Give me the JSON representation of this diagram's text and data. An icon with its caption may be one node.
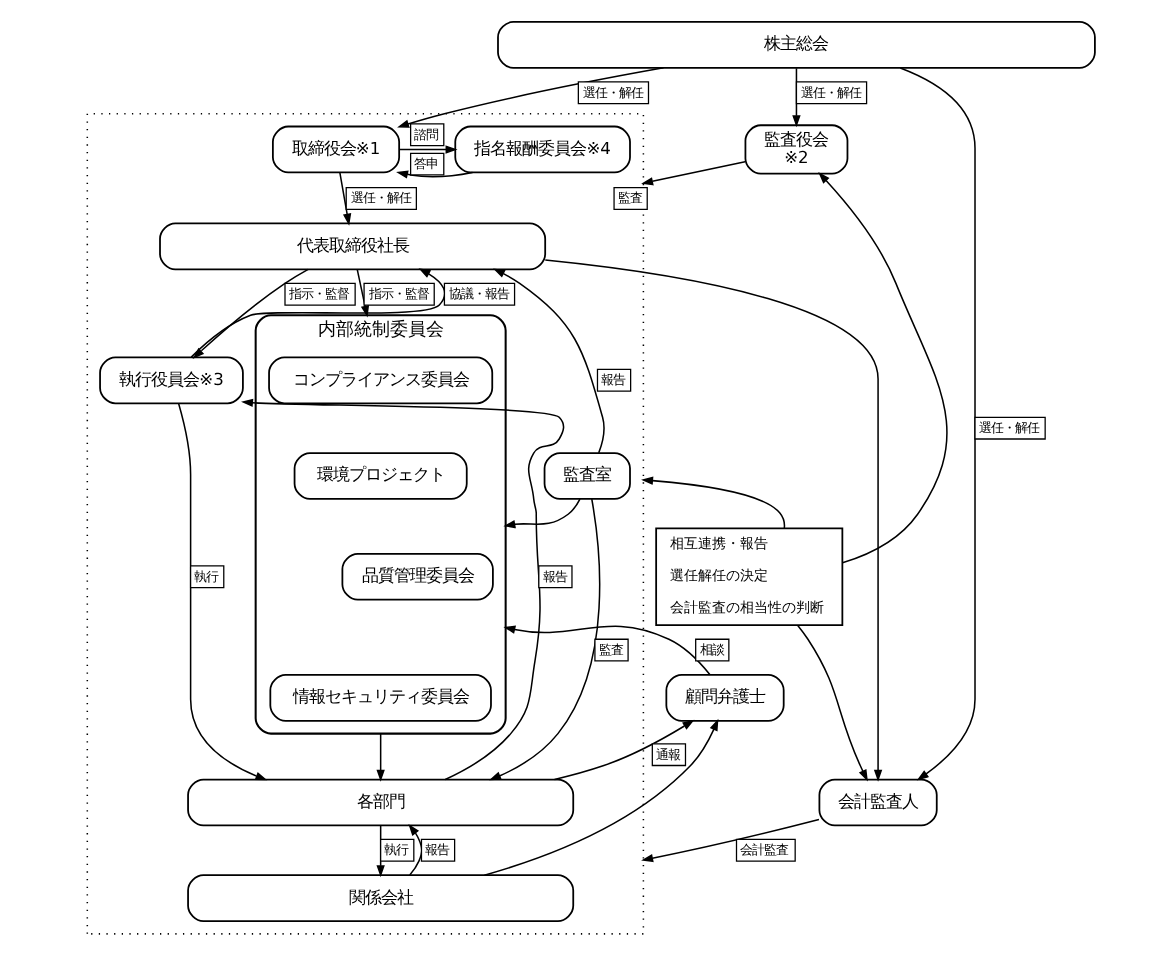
{
  "diagram": {
    "nodes": [
      {
        "text": [
          "株主総会"
        ]
      },
      {
        "text": [],
        "shape": "box"
      },
      {
        "text": [
          "取締役会※1"
        ],
        "in": 1
      },
      {
        "text": [
          "指名報酬委員会※4"
        ],
        "in": 1
      },
      {
        "text": [
          "監査役会",
          "※2"
        ]
      },
      {
        "text": [
          "代表取締役社長"
        ],
        "in": 1
      },
      {
        "text": [
          "執行役員会※3"
        ],
        "in": 1
      },
      {
        "text": [
          "内部統制委員会"
        ],
        "in": 1
      },
      {
        "text": [
          "コンプライアンス委員会"
        ],
        "in": 7
      },
      {
        "text": [
          "環境プロジェクト"
        ],
        "in": 7
      },
      {
        "text": [
          "品質管理委員会"
        ],
        "in": 7
      },
      {
        "text": [
          "情報セキュリティ委員会"
        ],
        "in": 7
      },
      {
        "text": [
          "監査室"
        ],
        "in": 1
      },
      {
        "text": [
          "相互連携・報告",
          "選任解任の決定",
          "会計監査の相当性の判断"
        ]
      },
      {
        "text": [
          "顧問弁護士"
        ]
      },
      {
        "text": [
          "会計監査人"
        ]
      },
      {
        "text": [
          "各部門"
        ],
        "in": 1
      },
      {
        "text": [
          "関係会社"
        ],
        "in": 1
      }
    ],
    "edges": [
      {
        "from": 0,
        "to": 2,
        "arrow": "to",
        "label": "選任・解任"
      },
      {
        "from": 0,
        "to": 4,
        "arrow": "to",
        "label": "選任・解任"
      },
      {
        "from": 0,
        "to": 15,
        "arrow": "to",
        "label": "選任・解任"
      },
      {
        "from": 2,
        "to": 3,
        "arrow": "to",
        "label": "諮問"
      },
      {
        "from": 3,
        "to": 2,
        "arrow": "to",
        "label": "答申"
      },
      {
        "from": 4,
        "to": 1,
        "arrow": "to",
        "label": "監査"
      },
      {
        "from": 2,
        "to": 5,
        "arrow": "to",
        "label": "選任・解任"
      },
      {
        "from": 5,
        "to": 6,
        "arrow": "to",
        "label": "指示・監督"
      },
      {
        "from": 6,
        "to": 5,
        "arrow": "to",
        "label": "協議・報告"
      },
      {
        "from": 5,
        "to": 7,
        "arrow": "to",
        "label": "指示・監督"
      },
      {
        "from": 12,
        "to": 5,
        "arrow": "to",
        "label": "報告"
      },
      {
        "from": 5,
        "to": 15,
        "arrow": "to"
      },
      {
        "from": 14,
        "to": 7,
        "arrow": "to",
        "label": "相談"
      },
      {
        "from": 12,
        "to": 7,
        "arrow": "to"
      },
      {
        "from": 13,
        "to": 4,
        "arrow": "to"
      },
      {
        "from": 13,
        "to": 1,
        "arrow": "to"
      },
      {
        "from": 13,
        "to": 15,
        "arrow": "to"
      },
      {
        "from": 6,
        "to": 16,
        "arrow": "to",
        "label": "執行"
      },
      {
        "from": 16,
        "to": 6,
        "arrow": "to",
        "label": "報告"
      },
      {
        "from": 12,
        "to": 16,
        "arrow": "to",
        "label": "監査"
      },
      {
        "from": 7,
        "to": 16,
        "arrow": "to"
      },
      {
        "from": 15,
        "to": 1,
        "arrow": "to",
        "label": "会計監査"
      },
      {
        "from": 16,
        "to": 17,
        "arrow": "to",
        "label": "執行"
      },
      {
        "from": 17,
        "to": 16,
        "arrow": "to",
        "label": "報告"
      },
      {
        "from": 16,
        "to": 14,
        "arrow": "to",
        "label": "通報"
      },
      {
        "from": 17,
        "to": 14,
        "arrow": "to"
      }
    ]
  }
}
